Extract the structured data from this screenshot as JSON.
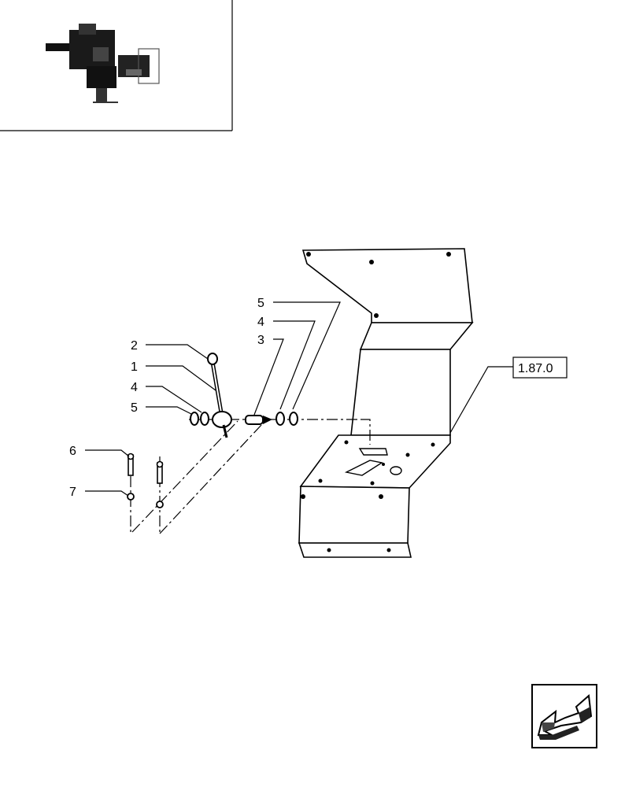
{
  "diagram": {
    "callouts": [
      {
        "id": "c-5-top",
        "label": "5"
      },
      {
        "id": "c-4-top",
        "label": "4"
      },
      {
        "id": "c-3",
        "label": "3"
      },
      {
        "id": "c-2",
        "label": "2"
      },
      {
        "id": "c-1",
        "label": "1"
      },
      {
        "id": "c-4-left",
        "label": "4"
      },
      {
        "id": "c-5-left",
        "label": "5"
      },
      {
        "id": "c-6",
        "label": "6"
      },
      {
        "id": "c-7",
        "label": "7"
      }
    ],
    "reference": {
      "label": "1.87.0"
    },
    "nav": {
      "icon": "back-arrow-icon"
    }
  }
}
